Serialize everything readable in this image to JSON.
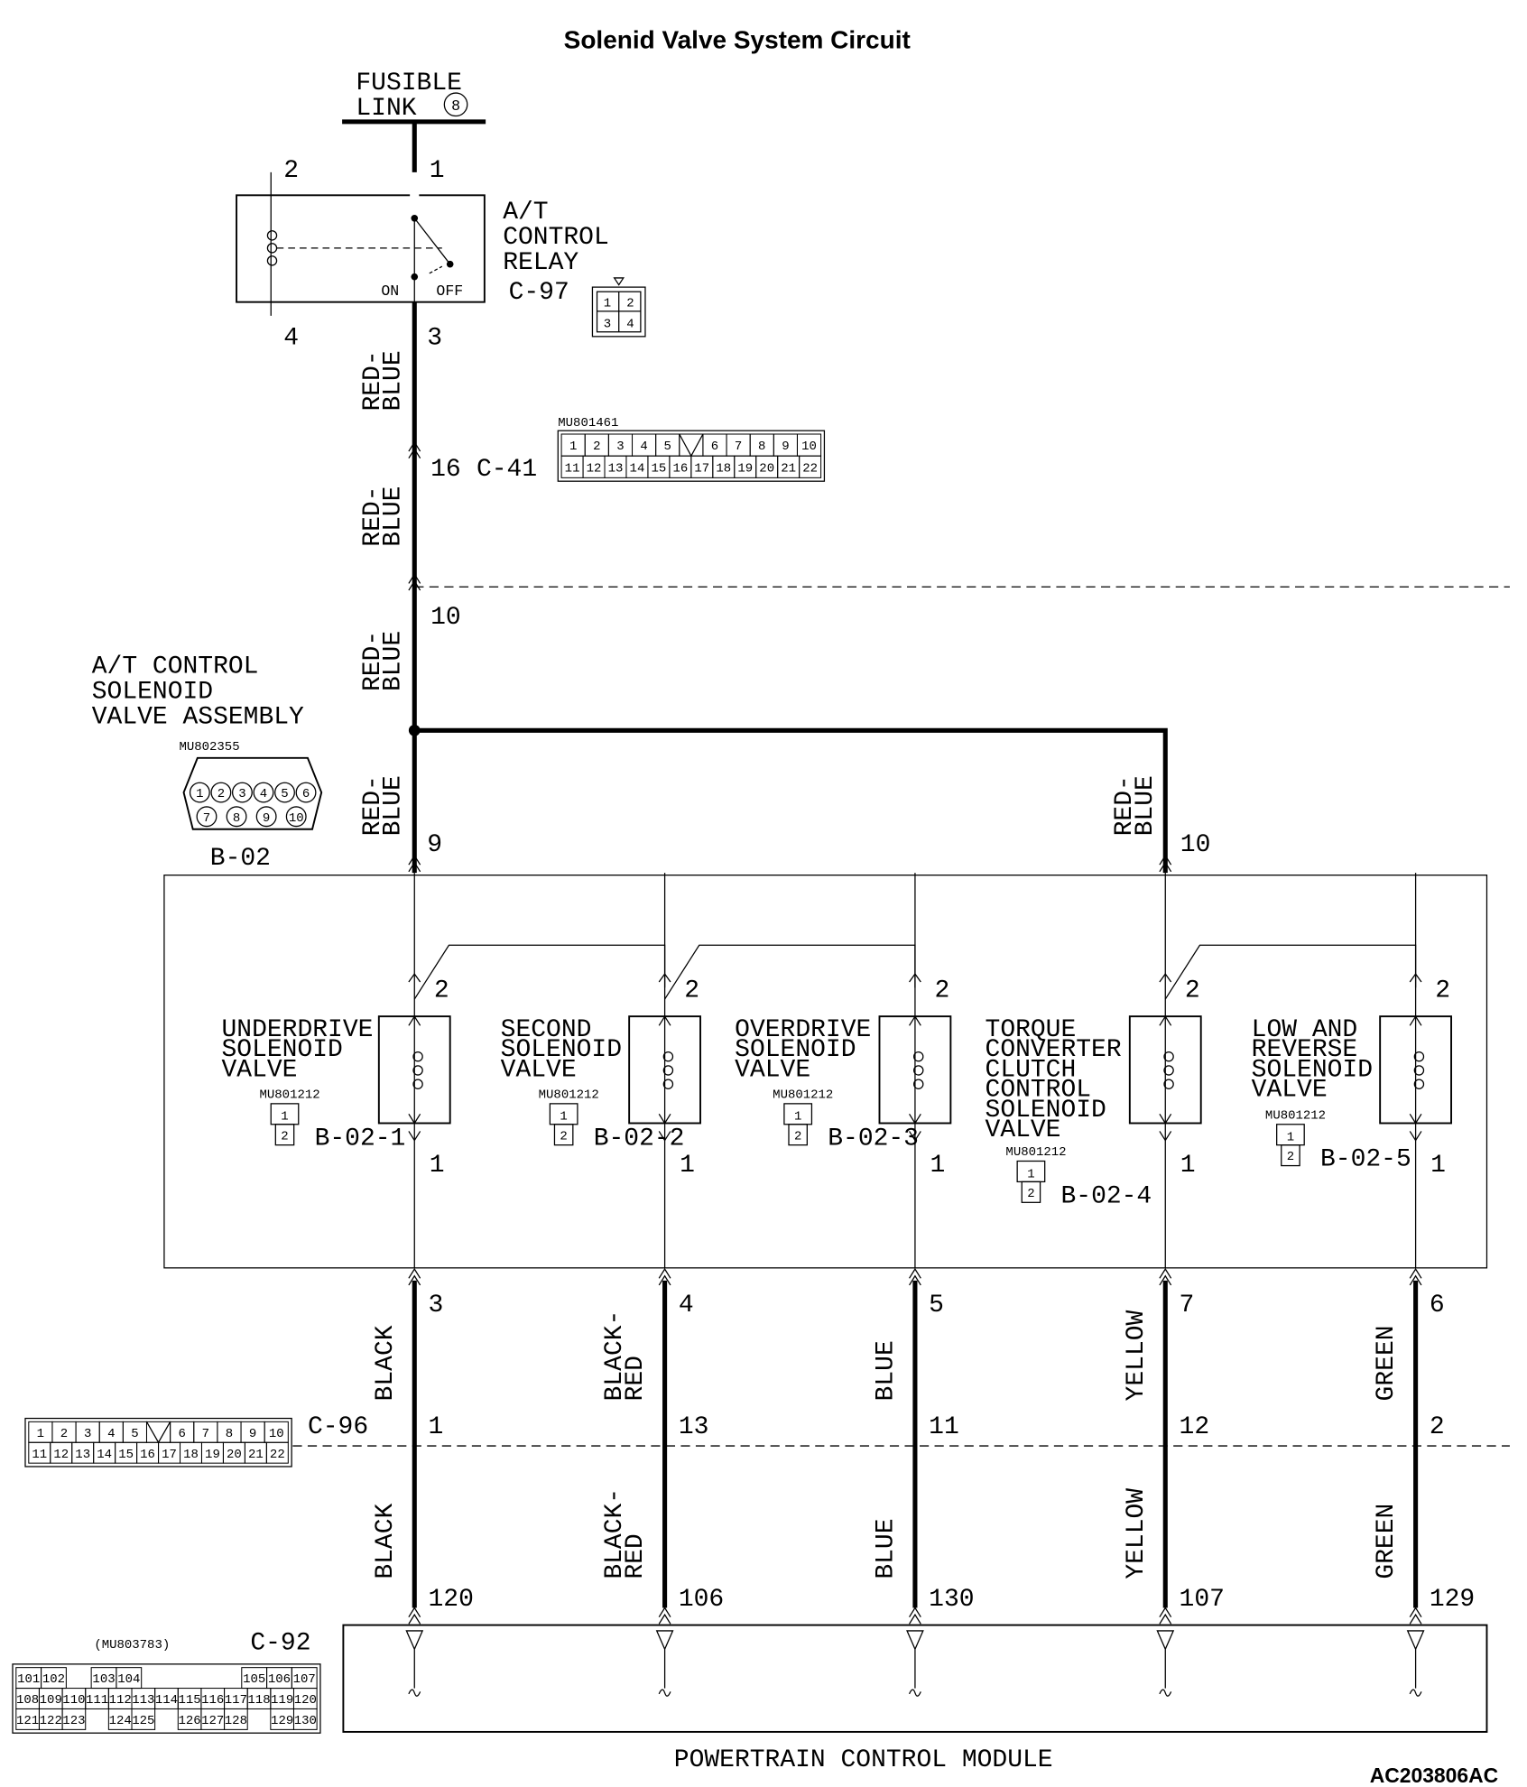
{
  "title": "Solenid Valve System Circuit",
  "figure_code": "AC203806AC",
  "fusible_link": {
    "line1": "FUSIBLE",
    "line2": "LINK",
    "number": "8"
  },
  "relay": {
    "name": [
      "A/T",
      "CONTROL",
      "RELAY"
    ],
    "connector": "C-97",
    "pins": {
      "p1": "1",
      "p2": "2",
      "p3": "3",
      "p4": "4"
    },
    "switch_on": "ON",
    "switch_off": "OFF",
    "connector_cells": [
      "1",
      "2",
      "3",
      "4"
    ]
  },
  "wire_red_blue": [
    "RED-",
    "BLUE"
  ],
  "c41": {
    "pin": "16",
    "name": "C-41",
    "part": "MU801461",
    "rows": [
      [
        "1",
        "2",
        "3",
        "4",
        "5",
        "",
        "6",
        "7",
        "8",
        "9",
        "10"
      ],
      [
        "11",
        "12",
        "13",
        "14",
        "15",
        "16",
        "17",
        "18",
        "19",
        "20",
        "21",
        "22"
      ]
    ]
  },
  "pin_10_top": "10",
  "assembly": {
    "name": [
      "A/T CONTROL",
      "SOLENOID",
      "VALVE ASSEMBLY"
    ],
    "part": "MU802355",
    "connector": "B-02",
    "cells": [
      "1",
      "2",
      "3",
      "4",
      "5",
      "6",
      "7",
      "8",
      "9",
      "10"
    ],
    "pin_left": "9",
    "pin_right": "10"
  },
  "solenoids": [
    {
      "name": [
        "UNDERDRIVE",
        "SOLENOID",
        "VALVE"
      ],
      "part": "MU801212",
      "connector": "B-02-1",
      "pin_top": "2",
      "pin_bottom": "1",
      "cells": [
        "1",
        "2"
      ]
    },
    {
      "name": [
        "SECOND",
        "SOLENOID",
        "VALVE"
      ],
      "part": "MU801212",
      "connector": "B-02-2",
      "pin_top": "2",
      "pin_bottom": "1",
      "cells": [
        "1",
        "2"
      ]
    },
    {
      "name": [
        "OVERDRIVE",
        "SOLENOID",
        "VALVE"
      ],
      "part": "MU801212",
      "connector": "B-02-3",
      "pin_top": "2",
      "pin_bottom": "1",
      "cells": [
        "1",
        "2"
      ]
    },
    {
      "name": [
        "TORQUE",
        "CONVERTER",
        "CLUTCH",
        "CONTROL",
        "SOLENOID",
        "VALVE"
      ],
      "part": "MU801212",
      "connector": "B-02-4",
      "pin_top": "2",
      "pin_bottom": "1",
      "cells": [
        "1",
        "2"
      ]
    },
    {
      "name": [
        "LOW AND",
        "REVERSE",
        "SOLENOID",
        "VALVE"
      ],
      "part": "MU801212",
      "connector": "B-02-5",
      "pin_top": "2",
      "pin_bottom": "1",
      "cells": [
        "1",
        "2"
      ]
    }
  ],
  "output_wires": [
    {
      "b02_pin": "3",
      "color": [
        "BLACK"
      ],
      "c96_pin": "1",
      "pcm_pin": "120"
    },
    {
      "b02_pin": "4",
      "color": [
        "BLACK-",
        "RED"
      ],
      "c96_pin": "13",
      "pcm_pin": "106"
    },
    {
      "b02_pin": "5",
      "color": [
        "BLUE"
      ],
      "c96_pin": "11",
      "pcm_pin": "130"
    },
    {
      "b02_pin": "7",
      "color": [
        "YELLOW"
      ],
      "c96_pin": "12",
      "pcm_pin": "107"
    },
    {
      "b02_pin": "6",
      "color": [
        "GREEN"
      ],
      "c96_pin": "2",
      "pcm_pin": "129"
    }
  ],
  "c96": {
    "name": "C-96",
    "rows": [
      [
        "1",
        "2",
        "3",
        "4",
        "5",
        "",
        "6",
        "7",
        "8",
        "9",
        "10"
      ],
      [
        "11",
        "12",
        "13",
        "14",
        "15",
        "16",
        "17",
        "18",
        "19",
        "20",
        "21",
        "22"
      ]
    ]
  },
  "c92": {
    "name": "C-92",
    "part": "(MU803783)",
    "rows": [
      [
        "101",
        "102",
        "",
        "103",
        "104",
        "",
        "",
        "",
        "",
        "105",
        "106",
        "107"
      ],
      [
        "108",
        "109",
        "110",
        "111",
        "112",
        "113",
        "114",
        "115",
        "116",
        "117",
        "118",
        "119",
        "120"
      ],
      [
        "121",
        "122",
        "123",
        "",
        "124",
        "125",
        "",
        "126",
        "127",
        "128",
        "",
        "129",
        "130"
      ]
    ]
  },
  "pcm": {
    "name": "POWERTRAIN CONTROL MODULE"
  }
}
